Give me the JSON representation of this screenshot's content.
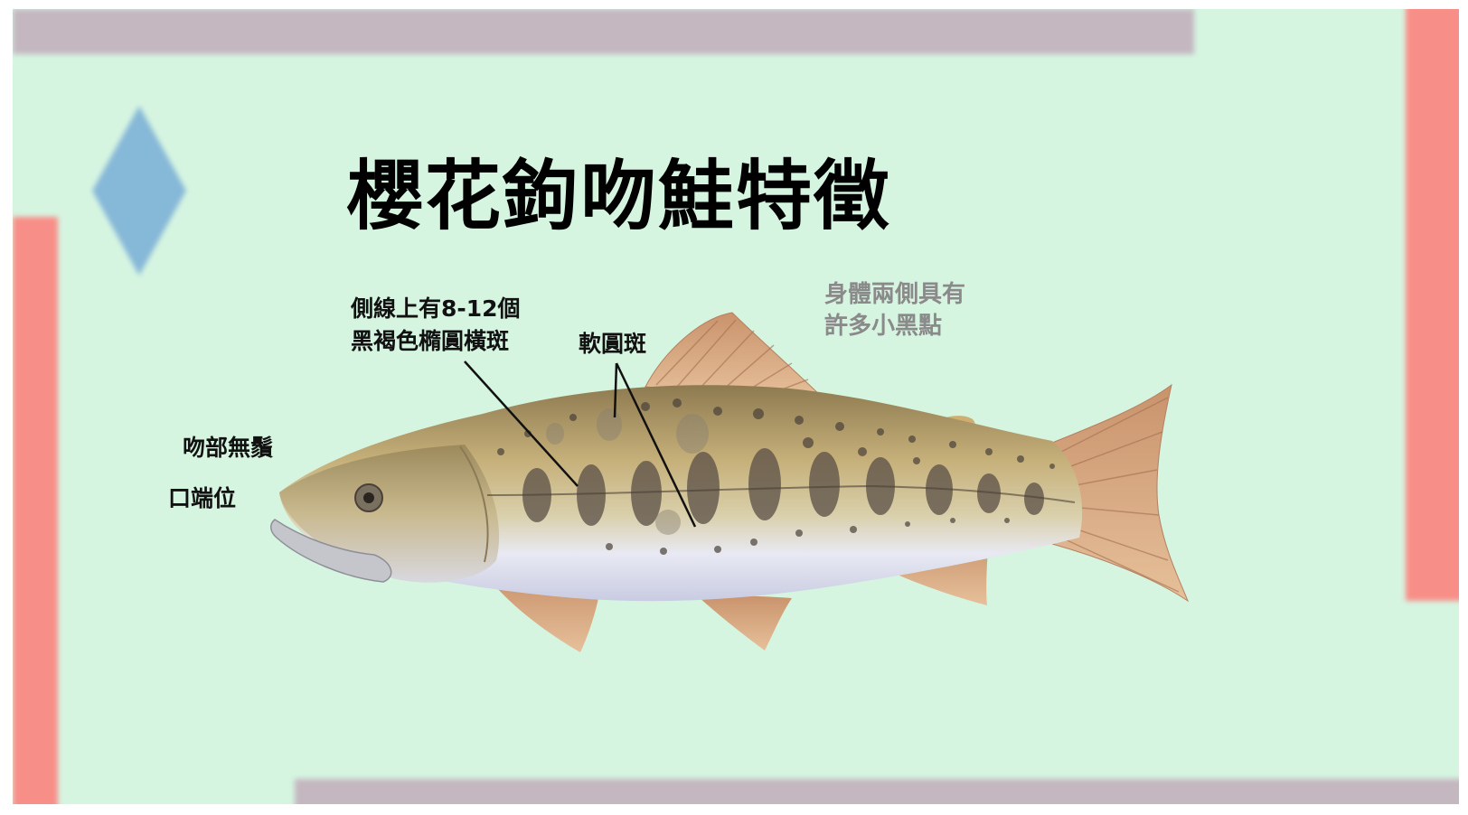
{
  "slide": {
    "title": "櫻花鉤吻鮭特徵",
    "labels": {
      "lateral_line_line1": "側線上有8-12個",
      "lateral_line_line2": "黑褐色橢圓橫斑",
      "soft_round_spots": "軟圓斑",
      "body_spots_line1": "身體兩側具有",
      "body_spots_line2": "許多小黑點",
      "snout": "吻部無鬚",
      "mouth": "口端位"
    }
  },
  "colors": {
    "background": "#d6f5e1",
    "bar_mauve": "#c4b7c0",
    "bar_coral": "#f88e88",
    "diamond": "#86b8d8",
    "fish_back": "#b6a068",
    "fish_belly": "#e4e6f4",
    "fish_fins": "#d9a47a",
    "fish_spots": "#5a4f46"
  },
  "icons": {
    "diamond": "diamond-shape",
    "fish": "cherry-salmon-illustration"
  }
}
